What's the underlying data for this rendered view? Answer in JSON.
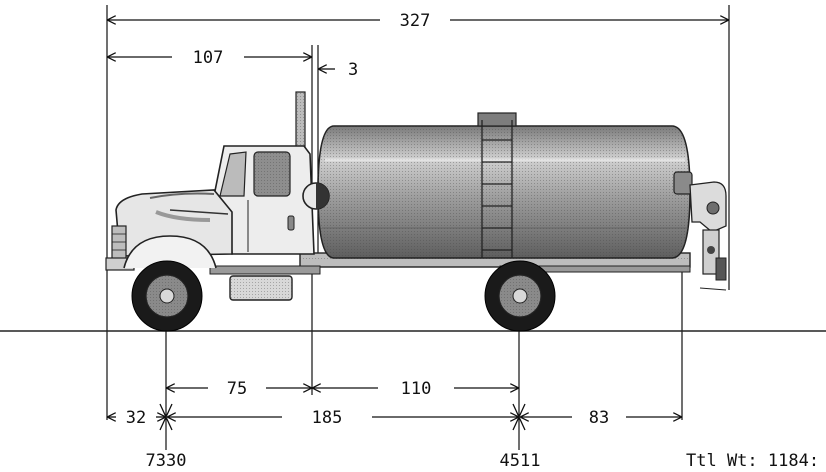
{
  "dimensions": {
    "overall_length": "327",
    "cab_length": "107",
    "cab_gap": "3",
    "front_overhang": "32",
    "wheelbase": "185",
    "cab_to_axle": "75",
    "body_to_axle": "110",
    "rear_overhang": "83"
  },
  "weights": {
    "front_axle": "7330",
    "rear_axle": "4511",
    "total": "Ttl Wt: 1184:"
  },
  "icons": {
    "truck": "tank-truck-icon"
  },
  "colors": {
    "line": "#111111",
    "tank": "#9a9a9a",
    "tank_light": "#c8c8c8",
    "cab": "#e8e8e8",
    "tire": "#1a1a1a",
    "rim": "#8a8a8a"
  }
}
